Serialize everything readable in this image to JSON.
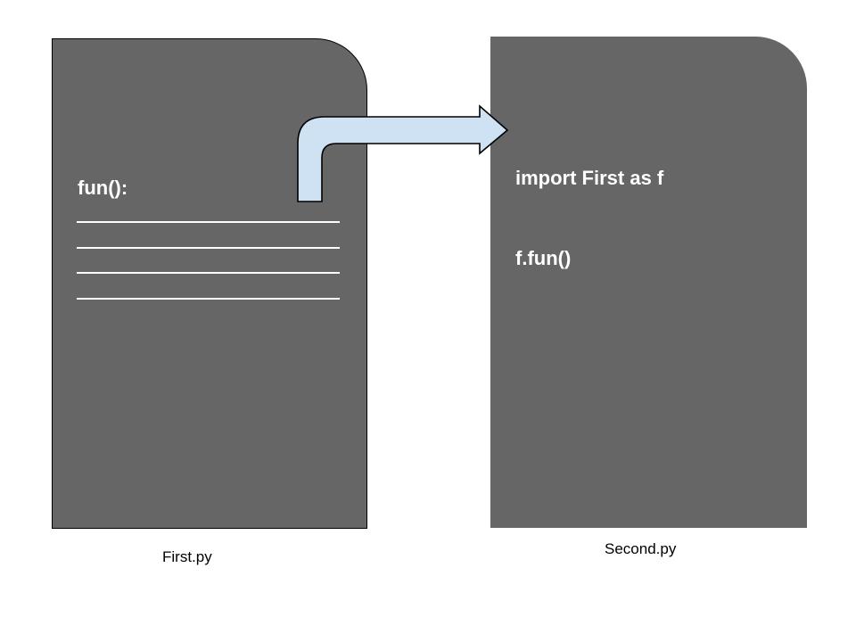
{
  "colors": {
    "background": "#ffffff",
    "card_fill": "#666666",
    "card_border": "#000000",
    "arrow_fill": "#cfe2f3",
    "arrow_stroke": "#000000",
    "text_on_card": "#ffffff",
    "label_text": "#000000"
  },
  "first_card": {
    "function_label": "fun():",
    "code_line_count": 4,
    "file_label": "First.py"
  },
  "second_card": {
    "code_line1": "import First as f",
    "code_line2": "f.fun()",
    "file_label": "Second.py"
  }
}
